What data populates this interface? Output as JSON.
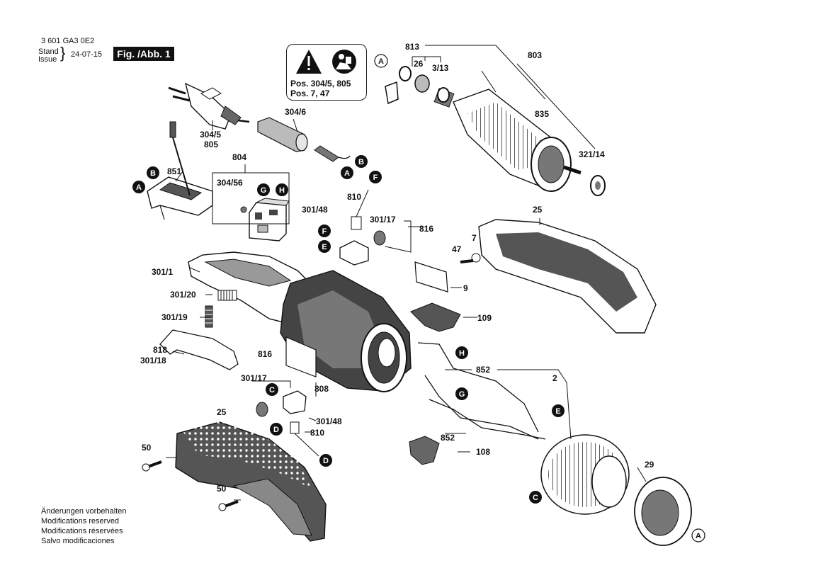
{
  "header": {
    "doc_number": "3 601 GA3 0E2",
    "stand_label": "Stand",
    "issue_label": "Issue",
    "date": "24-07-15",
    "figure_label": "Fig. /Abb. 1"
  },
  "warning_box": {
    "line1": "Pos. 304/5, 805",
    "line2": "Pos. 7, 47"
  },
  "footer": {
    "lines": [
      "Änderungen vorbehalten",
      "Modifications reserved",
      "Modifications réservées",
      "Salvo modificaciones"
    ]
  },
  "callouts": [
    "813",
    "803",
    "26",
    "3/13",
    "835",
    "321/14",
    "304/6",
    "304/5",
    "805",
    "804",
    "851",
    "304/56",
    "810",
    "301/48",
    "301/17",
    "816",
    "25",
    "7",
    "47",
    "301/1",
    "301/20",
    "301/19",
    "818",
    "301/18",
    "9",
    "109",
    "816",
    "301/17",
    "808",
    "301/48",
    "810",
    "852",
    "2",
    "852",
    "108",
    "25",
    "50",
    "50",
    "29"
  ],
  "markers": [
    "A",
    "B",
    "A",
    "B",
    "F",
    "G",
    "H",
    "F",
    "E",
    "A",
    "H",
    "G",
    "C",
    "D",
    "D",
    "E",
    "C",
    "A"
  ]
}
